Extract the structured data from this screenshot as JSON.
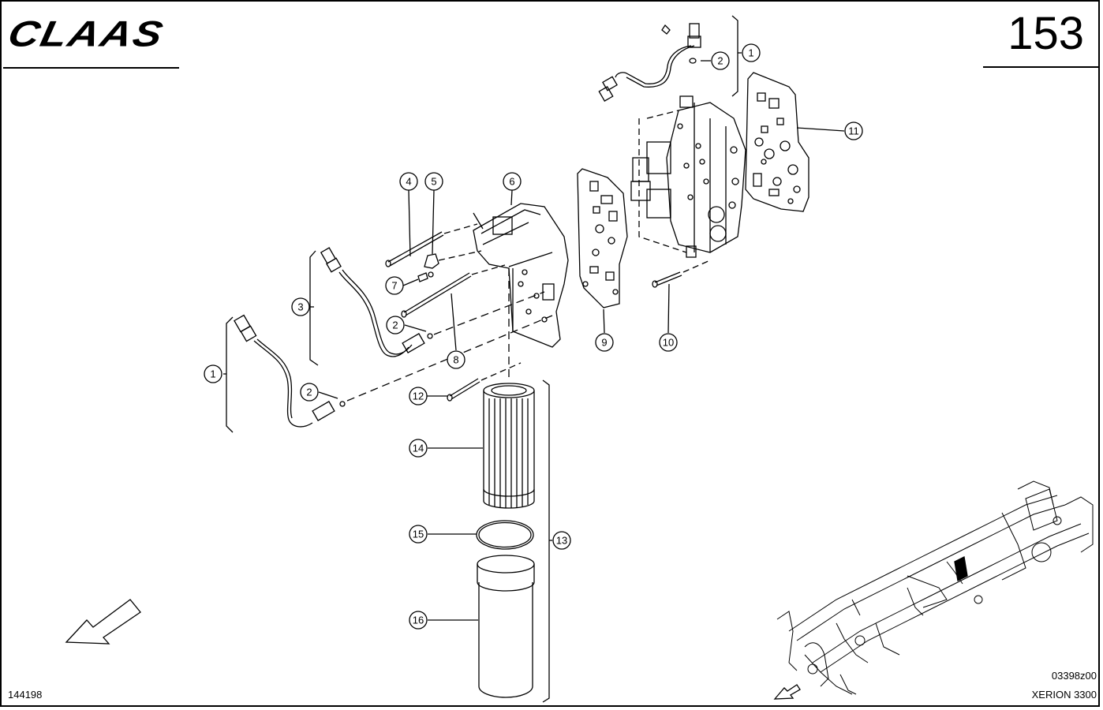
{
  "header": {
    "brand": "CLAAS",
    "page_number": "153"
  },
  "footer": {
    "document_number": "144198",
    "drawing_code": "03398z00",
    "model": "XERION 3300"
  },
  "callouts": {
    "c1a": "1",
    "c2a": "2",
    "c11": "11",
    "c4": "4",
    "c5": "5",
    "c6": "6",
    "c3": "3",
    "c7": "7",
    "c2b": "2",
    "c8": "8",
    "c9": "9",
    "c10": "10",
    "c1b": "1",
    "c2c": "2",
    "c12": "12",
    "c14": "14",
    "c15": "15",
    "c13": "13",
    "c16": "16"
  }
}
